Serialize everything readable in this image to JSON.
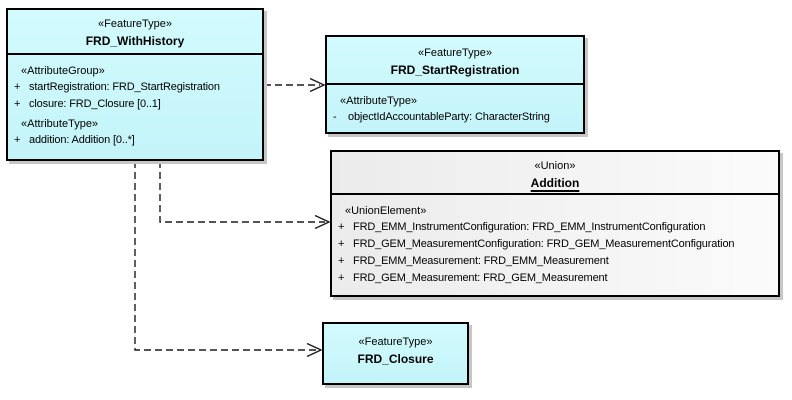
{
  "colors": {
    "feature_fill": "#c9f7fb",
    "union_fill_left": "#ebebeb",
    "union_fill_right": "#fbfbfb",
    "border": "#000000",
    "text": "#000000",
    "connector": "#1c1c1c",
    "shadow": "#c6c6c6",
    "background": "#ffffff"
  },
  "boxes": {
    "frd_with_history": {
      "stereotype": "«FeatureType»",
      "name": "FRD_WithHistory",
      "sections": [
        {
          "stereotype": "«AttributeGroup»",
          "rows": [
            {
              "vis": "+",
              "text": "startRegistration: FRD_StartRegistration"
            },
            {
              "vis": "+",
              "text": "closure: FRD_Closure [0..1]"
            }
          ]
        },
        {
          "stereotype": "«AttributeType»",
          "rows": [
            {
              "vis": "+",
              "text": "addition: Addition [0..*]"
            }
          ]
        }
      ]
    },
    "frd_start_registration": {
      "stereotype": "«FeatureType»",
      "name": "FRD_StartRegistration",
      "sections": [
        {
          "stereotype": "«AttributeType»",
          "rows": [
            {
              "vis": "-",
              "text": "objectIdAccountableParty: CharacterString"
            }
          ]
        }
      ]
    },
    "addition": {
      "stereotype": "«Union»",
      "name": "Addition",
      "sections": [
        {
          "stereotype": "«UnionElement»",
          "rows": [
            {
              "vis": "+",
              "text": "FRD_EMM_InstrumentConfiguration: FRD_EMM_InstrumentConfiguration"
            },
            {
              "vis": "+",
              "text": "FRD_GEM_MeasurementConfiguration: FRD_GEM_MeasurementConfiguration"
            },
            {
              "vis": "+",
              "text": "FRD_EMM_Measurement: FRD_EMM_Measurement"
            },
            {
              "vis": "+",
              "text": "FRD_GEM_Measurement: FRD_GEM_Measurement"
            }
          ]
        }
      ]
    },
    "frd_closure": {
      "stereotype": "«FeatureType»",
      "name": "FRD_Closure"
    }
  }
}
